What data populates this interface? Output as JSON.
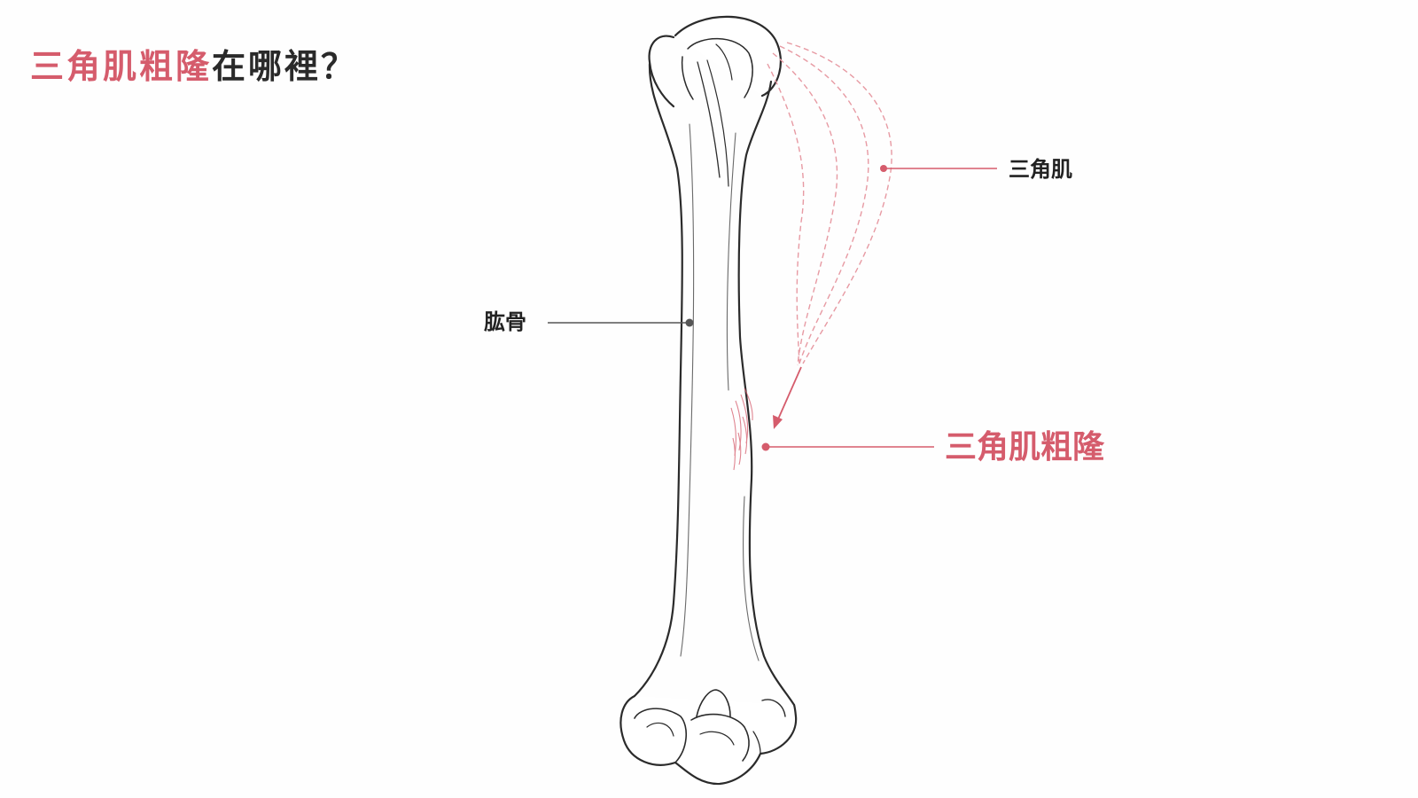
{
  "title": {
    "highlight": "三角肌粗隆",
    "rest": "在哪裡？"
  },
  "labels": {
    "deltoid": "三角肌",
    "humerus": "肱骨",
    "tuberosity": "三角肌粗隆"
  },
  "colors": {
    "accent": "#d55c6c",
    "text": "#222222",
    "leader": "#555555",
    "outline": "#2b2b2b"
  }
}
